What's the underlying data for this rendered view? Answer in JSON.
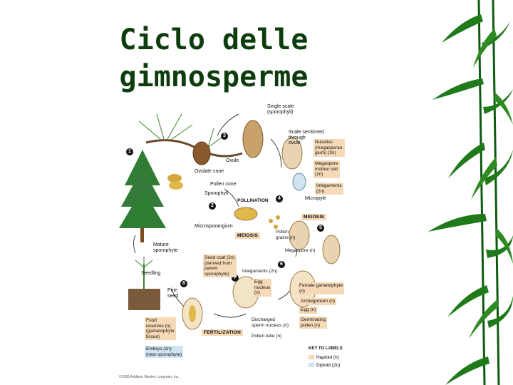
{
  "slide": {
    "title_line1": "Ciclo delle",
    "title_line2": "gimnosperme"
  },
  "colors": {
    "title": "#0d3d0d",
    "haploid": "#f6d9b6",
    "diploid": "#cfe3f2",
    "bamboo_dark": "#0f5a12",
    "bamboo_light": "#2f8a22"
  },
  "diagram": {
    "steps": [
      "1",
      "2",
      "3",
      "4",
      "5",
      "6",
      "7",
      "8"
    ],
    "labels": {
      "single_scale": "Single scale\n(sporophyll)",
      "scale_sectioned": "Scale sectioned\nthrough\novule",
      "nucellus": "Nucellus\n(megasporan-\ngium) (2n)",
      "megaspore_mother": "Megaspore\nmother cell\n(2n)",
      "integuments_top": "Integuments\n(2n)",
      "ovule": "Ovule",
      "ovulate_cone": "Ovulate cone",
      "pollen_cone": "Pollen cone",
      "sporophyll": "Sporophyll",
      "micropyle": "Micropyle",
      "pollination": "POLLINATION",
      "meiosis_right": "MEIOSIS",
      "microsporangium": "Microsporangium",
      "meiosis_left": "MEIOSIS",
      "pollen_grains": "Pollen\ngrains (n)",
      "mature_sporophyte": "Mature\nsporophyte",
      "megaspore": "Megaspore (n)",
      "seed_coat": "Seed coat (2n)\n(derived from\nparent\nsporophyte)",
      "integuments_mid": "Integuments (2n)",
      "seedling": "Seedling",
      "egg_nucleus": "Egg\nnucleus\n(n)",
      "female_gametophyte": "Female gametophyte\n(n)",
      "pine_seed": "Pine\nseed",
      "archegonium": "Archegonium (n)",
      "egg": "Egg (n)",
      "food_reserves": "Food\nreserves (n)\n(gametophyte\ntissue)",
      "discharged_sperm": "Discharged\nsperm nucleus (n)",
      "germinating_pollen": "Germinating\npollen (n)",
      "fertilization": "FERTILIZATION",
      "pollen_tube": "Pollen tube (n)",
      "embryo": "Embryo (2n)\n(new sporophyte)",
      "key_title": "KEY TO LABELS",
      "key_haploid": "Haploid (n)",
      "key_diploid": "Diploid (2n)",
      "copyright": "©1999 Addison Wesley Longman, Inc."
    }
  }
}
